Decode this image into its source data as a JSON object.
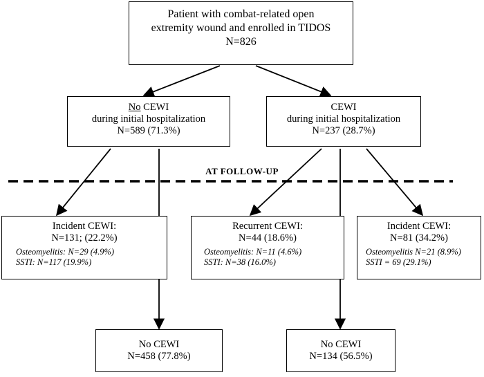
{
  "top": {
    "line1": "Patient with combat-related open",
    "line2": "extremity wound and enrolled in TIDOS",
    "line3": "N=826"
  },
  "left": {
    "line1_prefix": "No",
    "line1_suffix": " CEWI",
    "line2": "during initial hospitalization",
    "line3": "N=589 (71.3%)"
  },
  "right": {
    "line1": "CEWI",
    "line2": "during initial hospitalization",
    "line3": "N=237 (28.7%)"
  },
  "followup_label": "AT FOLLOW-UP",
  "incident_left": {
    "title": "Incident CEWI:",
    "count": "N=131; (22.2%)",
    "osteo": "Osteomyelitis: N=29 (4.9%)",
    "ssti": "SSTI: N=117 (19.9%)"
  },
  "recurrent": {
    "title": "Recurrent CEWI:",
    "count": "N=44 (18.6%)",
    "osteo": "Osteomyelitis: N=11 (4.6%)",
    "ssti": "SSTI: N=38 (16.0%)"
  },
  "incident_right": {
    "title": "Incident CEWI:",
    "count": "N=81 (34.2%)",
    "osteo": "Osteomyelitis N=21 (8.9%)",
    "ssti": "SSTI = 69 (29.1%)"
  },
  "nocewi_left": {
    "title": "No CEWI",
    "count": "N=458 (77.8%)"
  },
  "nocewi_right": {
    "title": "No CEWI",
    "count": "N=134 (56.5%)"
  }
}
